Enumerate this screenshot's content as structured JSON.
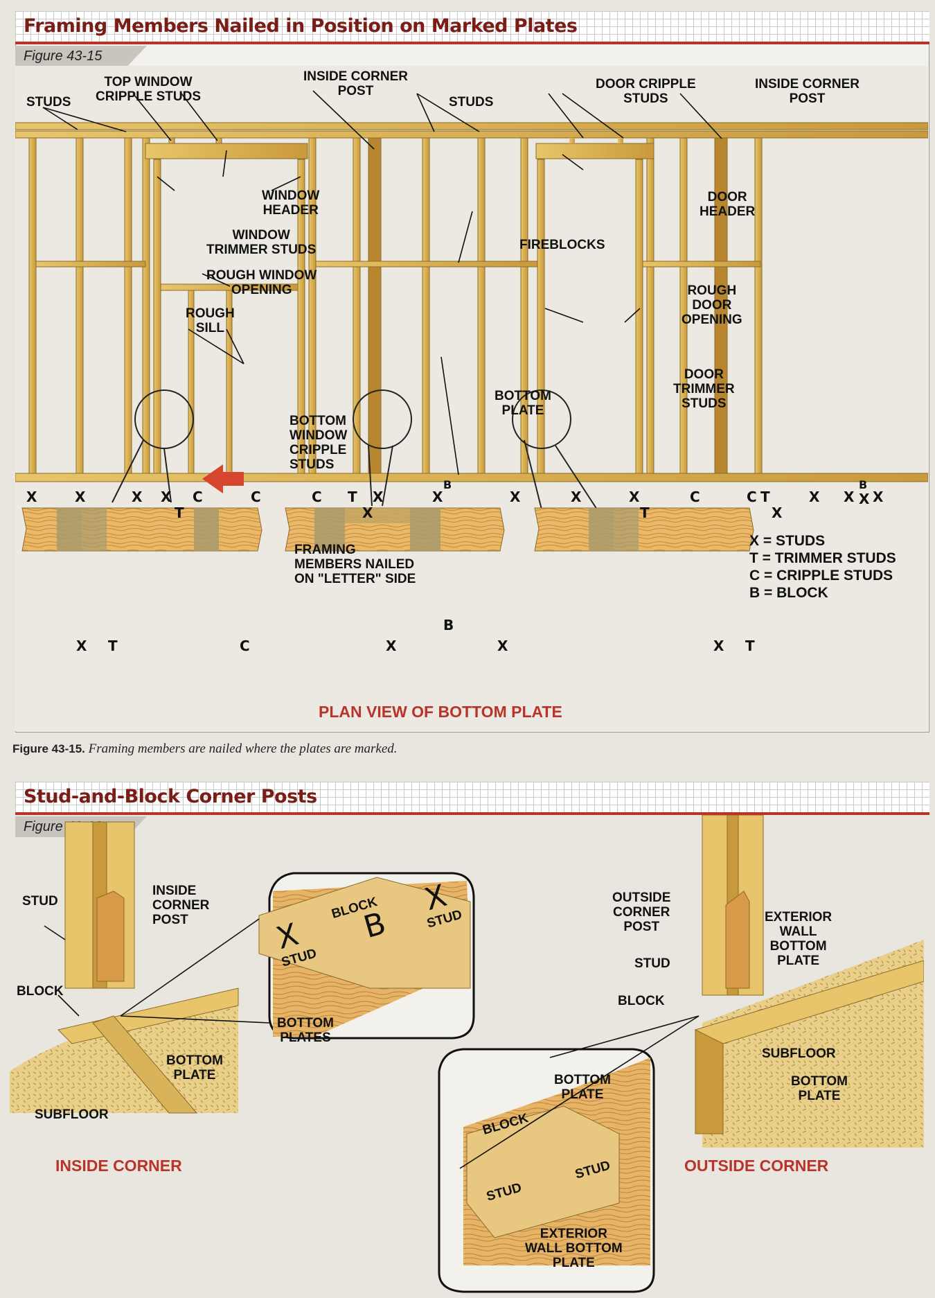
{
  "fig1": {
    "header": "Framing Members Nailed in Position on Marked Plates",
    "figure": "Figure 43-15",
    "labels": {
      "studs_left": "STUDS",
      "top_window_cripple": "TOP WINDOW\nCRIPPLE STUDS",
      "inside_corner_post_1": "INSIDE CORNER\nPOST",
      "studs_mid": "STUDS",
      "door_cripple": "DOOR CRIPPLE\nSTUDS",
      "inside_corner_post_2": "INSIDE CORNER\nPOST",
      "window_header": "WINDOW\nHEADER",
      "window_trimmer": "WINDOW\nTRIMMER STUDS",
      "rough_window": "ROUGH WINDOW\nOPENING",
      "rough_sill": "ROUGH\nSILL",
      "bottom_window_cripple": "BOTTOM\nWINDOW\nCRIPPLE\nSTUDS",
      "fireblocks": "FIREBLOCKS",
      "door_header": "DOOR\nHEADER",
      "rough_door": "ROUGH\nDOOR\nOPENING",
      "door_trimmer": "DOOR\nTRIMMER\nSTUDS",
      "bottom_plate": "BOTTOM\nPLATE",
      "framing_nailed": "FRAMING\nMEMBERS NAILED\nON \"LETTER\" SIDE",
      "plan_view": "PLAN VIEW OF BOTTOM PLATE"
    },
    "legend": [
      "X = STUDS",
      "T = TRIMMER STUDS",
      "C = CRIPPLE STUDS",
      "B = BLOCK"
    ],
    "plate_marks": [
      "X",
      "X",
      "X",
      "X",
      "C",
      "C",
      "C",
      "T",
      "X",
      "X",
      "B",
      "X",
      "X",
      "X",
      "C",
      "C",
      "T",
      "X",
      "X",
      "X",
      "B",
      "X",
      "T",
      "T",
      "X",
      "X"
    ],
    "plan_marks": {
      "p1": [
        "X",
        "T",
        "C"
      ],
      "p2": [
        "X",
        "B",
        "X"
      ],
      "p3": [
        "X",
        "T"
      ]
    },
    "caption_num": "Figure 43-15.",
    "caption_text": "Framing members are nailed where the plates are marked."
  },
  "fig2": {
    "header": "Stud-and-Block Corner Posts",
    "figure": "Figure 43-16",
    "labels": {
      "stud_left": "STUD",
      "inside_corner_post": "INSIDE\nCORNER\nPOST",
      "block_left": "BLOCK",
      "bottom_plate_left": "BOTTOM\nPLATE",
      "subfloor_left": "SUBFLOOR",
      "inside_corner": "INSIDE CORNER",
      "block_zoom": "BLOCK",
      "stud_zoom_1": "STUD",
      "stud_zoom_2": "STUD",
      "bottom_plates": "BOTTOM\nPLATES",
      "outside_corner_post": "OUTSIDE\nCORNER\nPOST",
      "stud_right": "STUD",
      "exterior_wall_bottom": "EXTERIOR\nWALL\nBOTTOM\nPLATE",
      "block_right": "BLOCK",
      "subfloor_right": "SUBFLOOR",
      "bottom_plate_right": "BOTTOM\nPLATE",
      "bottom_plate_zoom": "BOTTOM\nPLATE",
      "block_zoom2": "BLOCK",
      "stud_zoom2_1": "STUD",
      "stud_zoom2_2": "STUD",
      "exterior_zoom": "EXTERIOR\nWALL BOTTOM\nPLATE",
      "outside_corner": "OUTSIDE CORNER"
    },
    "zoom_marks": [
      "X",
      "B",
      "X"
    ]
  }
}
